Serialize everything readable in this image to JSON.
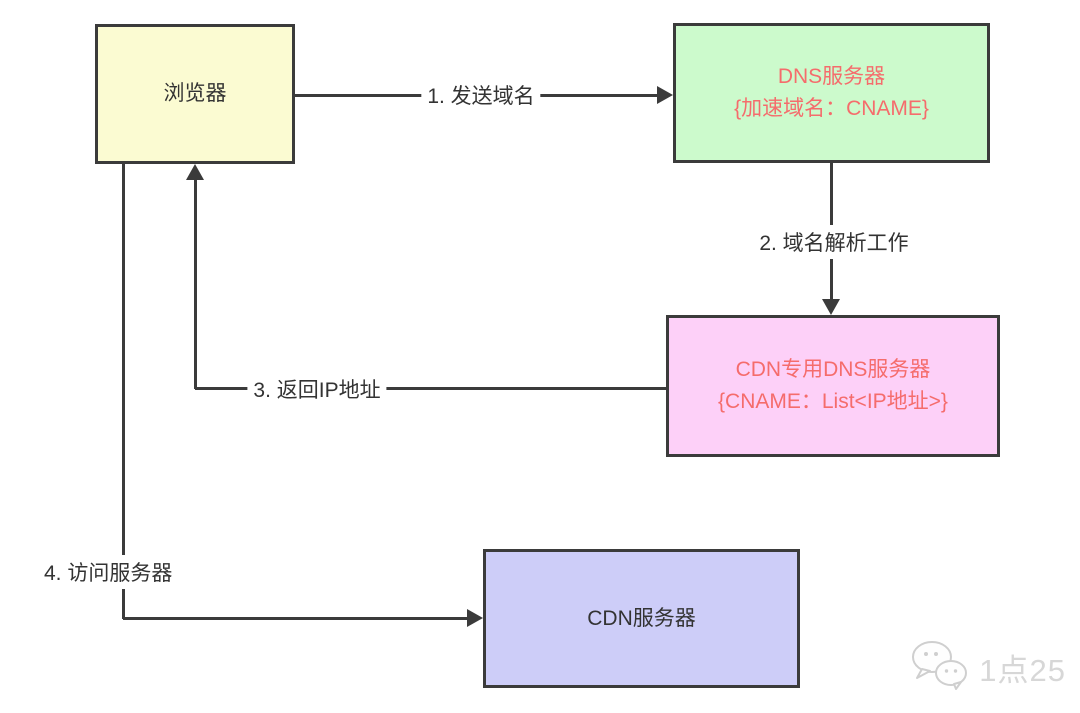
{
  "diagram": {
    "title_implicit": "CDN DNS resolution flow",
    "colors": {
      "background": "#ffffff",
      "line": "#3b3b3b",
      "node_border": "#3b3b3b",
      "text_dark": "#333333",
      "text_accent_red": "#f56c6c",
      "browser_fill": "#fbfbd2",
      "dns_fill": "#ccfacc",
      "cdn_dns_fill": "#fdd0f8",
      "cdn_fill": "#cdcdf8",
      "watermark_gray": "#d7d7d7"
    },
    "nodes": {
      "browser": {
        "label": "浏览器",
        "fill": "#fbfbd2"
      },
      "dns_server": {
        "line1": "DNS服务器",
        "line2": "{加速域名：CNAME}",
        "fill": "#ccfacc"
      },
      "cdn_dns_server": {
        "line1": "CDN专用DNS服务器",
        "line2": "{CNAME：List<IP地址>}",
        "fill": "#fdd0f8"
      },
      "cdn_server": {
        "label": "CDN服务器",
        "fill": "#cdcdf8"
      }
    },
    "edges": {
      "step1": {
        "label": "1. 发送域名",
        "from": "browser",
        "to": "dns_server"
      },
      "step2": {
        "label": "2. 域名解析工作",
        "from": "dns_server",
        "to": "cdn_dns_server"
      },
      "step3": {
        "label": "3. 返回IP地址",
        "from": "cdn_dns_server",
        "to": "browser"
      },
      "step4": {
        "label": "4. 访问服务器",
        "from": "browser",
        "to": "cdn_server"
      }
    },
    "watermark": {
      "icon": "wechat-icon",
      "text": "1点25"
    }
  }
}
